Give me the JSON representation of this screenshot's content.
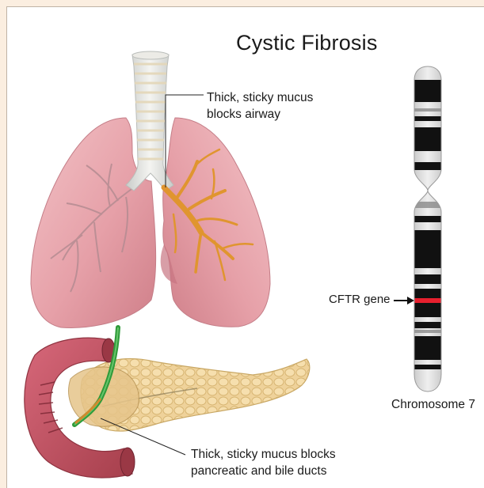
{
  "diagram": {
    "title": "Cystic Fibrosis",
    "lung_callout": {
      "line1": "Thick, sticky mucus",
      "line2": "blocks airway"
    },
    "pancreas_callout": {
      "line1": "Thick, sticky mucus blocks",
      "line2": "pancreatic and bile ducts"
    },
    "gene_label": "CFTR gene",
    "chromosome_label": "Chromosome 7"
  },
  "colors": {
    "lung_fill": "#e8a6ad",
    "mucus": "#e0952f",
    "pancreas": "#efd29a",
    "duodenum": "#c8525e",
    "bile_duct": "#2f9a3a",
    "gene_marker": "#e8202e",
    "chromosome_band": "#111111"
  }
}
